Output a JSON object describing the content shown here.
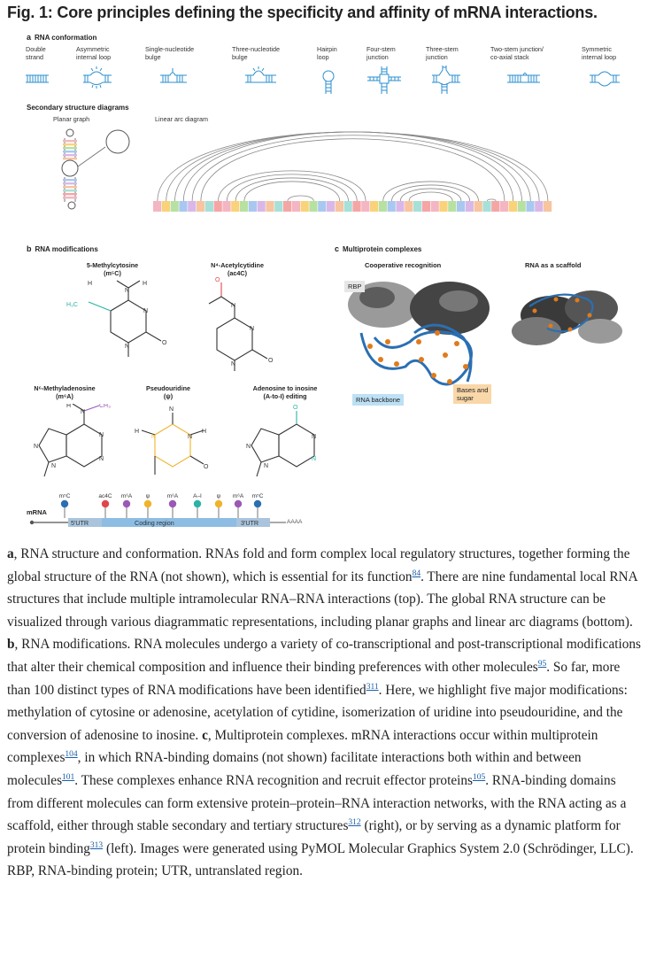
{
  "figure": {
    "title": "Fig. 1: Core principles defining the specificity and affinity of mRNA interactions."
  },
  "panel_a": {
    "letter": "a",
    "title": "RNA conformation",
    "structures": [
      {
        "label": "Double\nstrand",
        "icon": "double-strand-icon"
      },
      {
        "label": "Asymmetric\ninternal loop",
        "icon": "asymmetric-loop-icon"
      },
      {
        "label": "Single-nucleotide\nbulge",
        "icon": "single-bulge-icon"
      },
      {
        "label": "Three-nucleotide\nbulge",
        "icon": "three-bulge-icon"
      },
      {
        "label": "Hairpin\nloop",
        "icon": "hairpin-icon"
      },
      {
        "label": "Four-stem\njunction",
        "icon": "four-stem-icon"
      },
      {
        "label": "Three-stem\njunction",
        "icon": "three-stem-icon"
      },
      {
        "label": "Two-stem junction/\nco-axial stack",
        "icon": "two-stem-icon"
      },
      {
        "label": "Symmetric\ninternal loop",
        "icon": "symmetric-loop-icon"
      }
    ],
    "secondary_title": "Secondary structure diagrams",
    "planar_label": "Planar graph",
    "arc_label": "Linear arc diagram"
  },
  "panel_b": {
    "letter": "b",
    "title": "RNA modifications",
    "molecules": [
      {
        "name": "5-Methylcytosine\n(m⁵C)"
      },
      {
        "name": "N⁴-Acetylcytidine\n(ac4C)"
      },
      {
        "name": "N⁶-Methyladenosine\n(m⁶A)"
      },
      {
        "name": "Pseudouridine\n(ψ)"
      },
      {
        "name": "Adenosine to inosine\n(A-to-I) editing"
      }
    ],
    "mrna_label": "mRNA",
    "regions": [
      "5′UTR",
      "Coding region",
      "3′UTR"
    ],
    "polya": "AAAA",
    "markers": [
      {
        "label": "m⁵C",
        "color": "#2b6fb3"
      },
      {
        "label": "ac4C",
        "color": "#e0474c"
      },
      {
        "label": "m⁶A",
        "color": "#9b59b6"
      },
      {
        "label": "ψ",
        "color": "#f0b429"
      },
      {
        "label": "m⁶A",
        "color": "#9b59b6"
      },
      {
        "label": "A–I",
        "color": "#2bb3a8"
      },
      {
        "label": "ψ",
        "color": "#f0b429"
      },
      {
        "label": "m⁶A",
        "color": "#9b59b6"
      },
      {
        "label": "m⁵C",
        "color": "#2b6fb3"
      }
    ]
  },
  "panel_c": {
    "letter": "c",
    "title": "Multiprotein complexes",
    "left_title": "Cooperative recognition",
    "right_title": "RNA as a scaffold",
    "rbp_label": "RBP",
    "backbone_label": "RNA backbone",
    "bases_label": "Bases and\nsugar"
  },
  "caption": {
    "p1": ", RNA structure and conformation. RNAs fold and form complex local regulatory structures, together forming the global structure of the RNA (not shown), which is essential for its function",
    "r84": "84",
    "p2": ". There are nine fundamental local RNA structures that include multiple intramolecular RNA–RNA interactions (top). The global RNA structure can be visualized through various diagrammatic representations, including planar graphs and linear arc diagrams (bottom). ",
    "p3": ", RNA modifications. RNA molecules undergo a variety of co-transcriptional and post-transcriptional modifications that alter their chemical composition and influence their binding preferences with other molecules",
    "r95": "95",
    "p4": ". So far, more than 100 distinct types of RNA modifications have been identified",
    "r311": "311",
    "p5": ". Here, we highlight five major modifications: methylation of cytosine or adenosine, acetylation of cytidine, isomerization of uridine into pseudouridine, and the conversion of adenosine to inosine. ",
    "p6": ", Multiprotein complexes. mRNA interactions occur within multiprotein complexes",
    "r104": "104",
    "p7": ", in which RNA-binding domains (not shown) facilitate interactions both within and between molecules",
    "r101": "101",
    "p8": ". These complexes enhance RNA recognition and recruit effector proteins",
    "r105": "105",
    "p9": ". RNA-binding domains from different molecules can form extensive protein–protein–RNA interaction networks, with the RNA acting as a scaffold, either through stable secondary and tertiary structures",
    "r312": "312",
    "p10": " (right), or by serving as a dynamic platform for protein binding",
    "r313": "313",
    "p11": " (left). Images were generated using PyMOL Molecular Graphics System 2.0 (Schrödinger, LLC). RBP, RNA-binding protein; UTR, untranslated region.",
    "bold_a": "a",
    "bold_b": "b",
    "bold_c": "c"
  },
  "colors": {
    "accent": "#2b6fb3",
    "orange": "#e07b1a",
    "teal": "#1f9fa8"
  }
}
